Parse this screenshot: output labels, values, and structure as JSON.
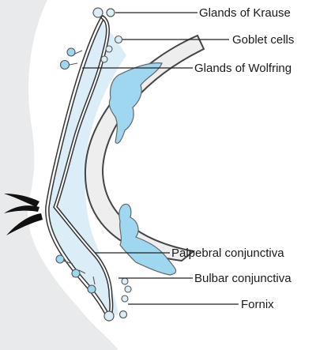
{
  "labels": {
    "glands_of_krause": "Glands of Krause",
    "goblet_cells": "Goblet cells",
    "glands_of_wolfring": "Glands of Wolfring",
    "palpebral_conjunctiva": "Palpebral conjunctiva",
    "bulbar_conjunctiva": "Bulbar conjunctiva",
    "fornix": "Fornix"
  },
  "colors": {
    "lid_gray": "#e9eaeb",
    "conjunctiva_light_blue": "#dbeef8",
    "gland_blue": "#9fd6f0",
    "outline": "#333333",
    "lash": "#111111"
  }
}
